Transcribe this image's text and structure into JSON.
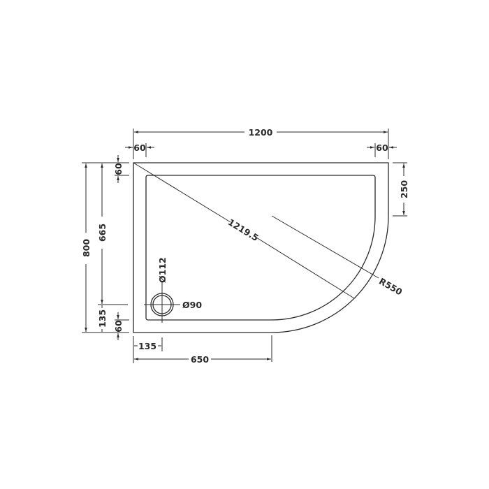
{
  "dimensions": {
    "overall_width": "1200",
    "overall_depth": "800",
    "rim_left": "60",
    "rim_right": "60",
    "rim_top": "60",
    "rim_bottom": "60",
    "waste_from_back": "665",
    "waste_from_front": "135",
    "waste_from_side": "135",
    "straight_length": "650",
    "straight_side": "250",
    "diagonal": "1219.5",
    "radius": "R550",
    "waste_outer_diameter": "Ø112",
    "waste_inner_diameter": "Ø90"
  },
  "colors": {
    "line": "#2a2a2a",
    "background": "#ffffff"
  }
}
